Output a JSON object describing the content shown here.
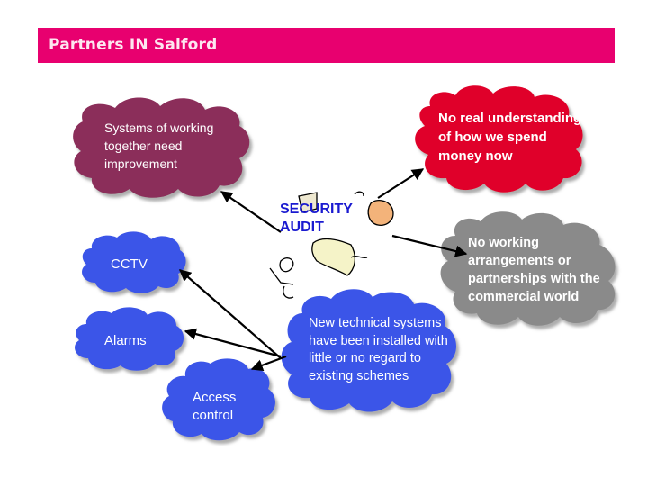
{
  "header": {
    "title": "Partners IN Salford",
    "color": "#e8006f"
  },
  "center": {
    "label": "SECURITY AUDIT",
    "color": "#1a1ad0"
  },
  "clouds": {
    "systems": {
      "text": "Systems of working together need improvement",
      "color": "#8b2e5a"
    },
    "no_real": {
      "text": "No real understanding of how we spend money now",
      "color": "#e0002a"
    },
    "no_working": {
      "text": "No working arrangements or partnerships with the commercial world",
      "color": "#8a8a8a"
    },
    "cctv": {
      "text": "CCTV",
      "color": "#3a55e8"
    },
    "alarms": {
      "text": "Alarms",
      "color": "#3a55e8"
    },
    "access": {
      "text": "Access control",
      "color": "#3a55e8"
    },
    "new_tech": {
      "text": "New technical systems have been installed with little or no regard to existing schemes",
      "color": "#3a55e8"
    }
  }
}
